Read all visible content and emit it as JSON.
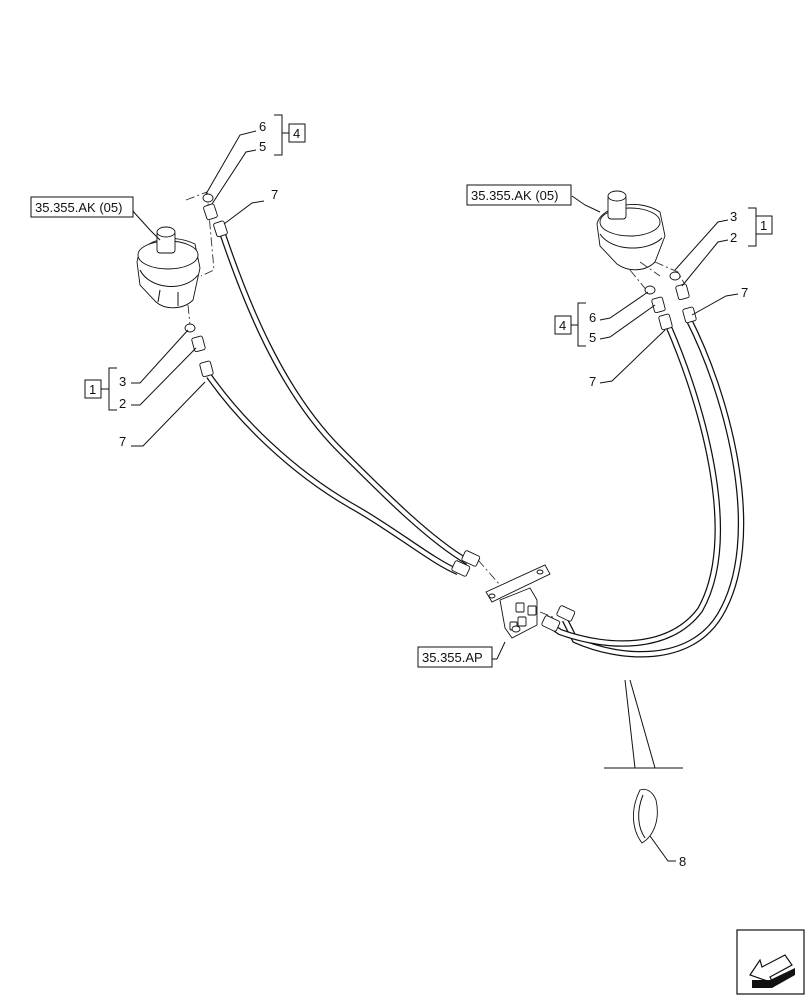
{
  "references": {
    "joystick_left": "35.355.AK (05)",
    "joystick_right": "35.355.AK (05)",
    "manifold": "35.355.AP"
  },
  "callouts": {
    "kit_1": "1",
    "kit_4": "4",
    "n2": "2",
    "n3": "3",
    "n5": "5",
    "n6": "6",
    "n7": "7",
    "n8": "8"
  },
  "icons": {
    "nav_arrow": "arrow-icon"
  }
}
